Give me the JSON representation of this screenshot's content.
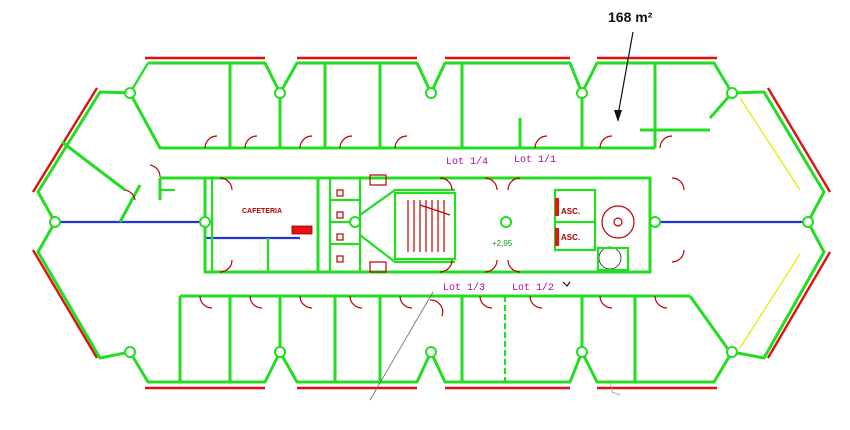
{
  "annotation": {
    "area_label": "168 m²"
  },
  "rooms": {
    "cafeteria": "CAFETERIA",
    "elevator_a": "ASC.",
    "elevator_b": "ASC.",
    "level": "+2,95"
  },
  "lots": [
    {
      "id": "lot-1-4",
      "label": "Lot 1/4"
    },
    {
      "id": "lot-1-1",
      "label": "Lot 1/1"
    },
    {
      "id": "lot-1-3",
      "label": "Lot 1/3"
    },
    {
      "id": "lot-1-2",
      "label": "Lot 1/2"
    }
  ],
  "colors": {
    "partition": "#22dd22",
    "facade": "#dd1111",
    "axis": "#2233dd",
    "lot_text": "#b000b0"
  }
}
